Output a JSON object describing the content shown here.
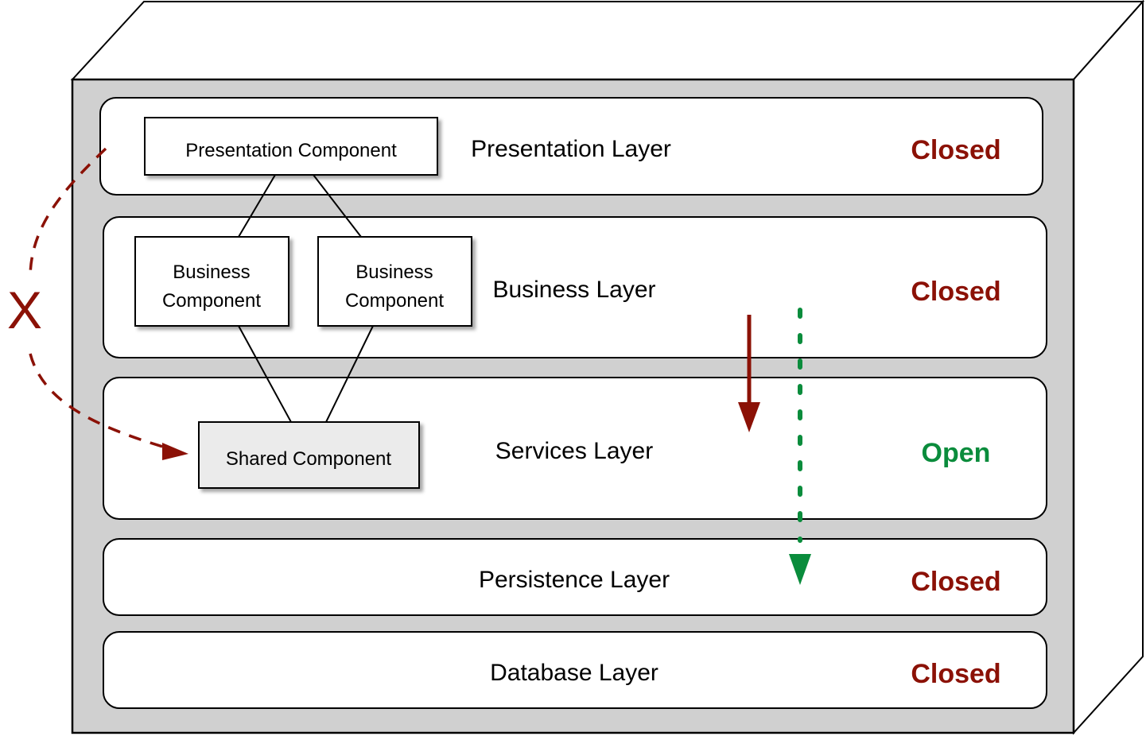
{
  "colors": {
    "closed": "#8B1106",
    "open": "#0A8C3C",
    "container_fill": "#D0D0D0",
    "shared_component_fill": "#EBEBEB"
  },
  "layers": [
    {
      "name": "Presentation Layer",
      "status": "Closed"
    },
    {
      "name": "Business Layer",
      "status": "Closed"
    },
    {
      "name": "Services Layer",
      "status": "Open"
    },
    {
      "name": "Persistence Layer",
      "status": "Closed"
    },
    {
      "name": "Database Layer",
      "status": "Closed"
    }
  ],
  "components": {
    "presentation": "Presentation Component",
    "business_line1": "Business",
    "business_line2": "Component",
    "shared": "Shared Component"
  },
  "blocked_access_mark": "X"
}
